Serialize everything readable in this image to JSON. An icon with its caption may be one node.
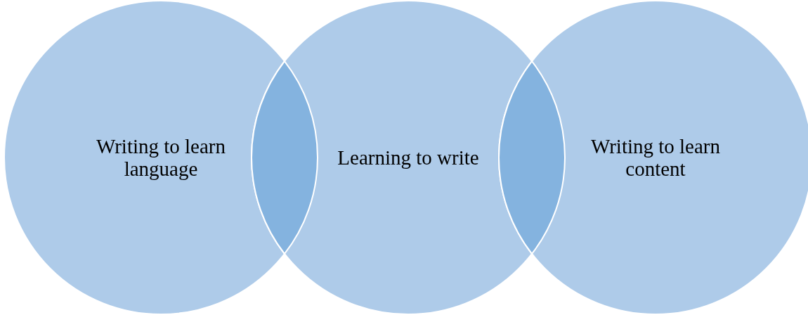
{
  "diagram": {
    "nodes": [
      {
        "text": [
          "Writing to learn language"
        ]
      },
      {
        "text": [
          "Learning to write"
        ]
      },
      {
        "text": [
          "Writing to learn content"
        ]
      }
    ]
  }
}
